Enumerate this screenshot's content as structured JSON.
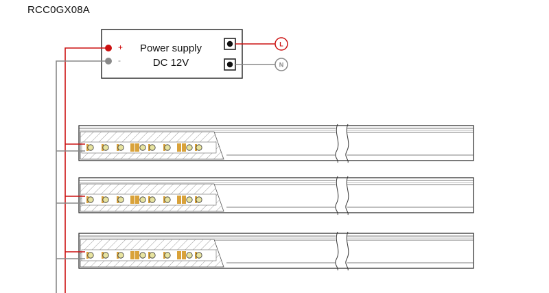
{
  "model_code": "RCC0GX08A",
  "power_supply": {
    "line1": "Power supply",
    "line2": "DC 12V",
    "positive_sign": "+",
    "negative_sign": "-"
  },
  "terminals": {
    "live": "L",
    "neutral": "N"
  },
  "strips": {
    "count": 3,
    "led_segments": [
      "single",
      "single",
      "single",
      "pair",
      "single",
      "single",
      "pair",
      "single"
    ]
  },
  "colors": {
    "positive_wire": "#cc1111",
    "negative_wire": "#888888",
    "led_body": "#e8e4a0",
    "led_contact": "#d9a23a",
    "outline": "#222222"
  }
}
